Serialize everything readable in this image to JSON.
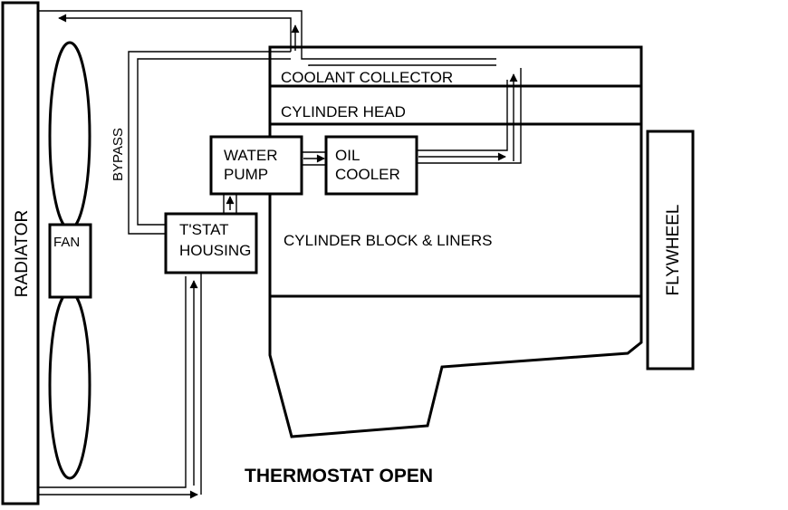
{
  "labels": {
    "radiator": "RADIATOR",
    "fan": "FAN",
    "bypass": "BYPASS",
    "water_pump_line1": "WATER",
    "water_pump_line2": "PUMP",
    "oil_cooler_line1": "OIL",
    "oil_cooler_line2": "COOLER",
    "tstat_line1": "T'STAT",
    "tstat_line2": "HOUSING",
    "coolant_collector": "COOLANT COLLECTOR",
    "cylinder_head": "CYLINDER HEAD",
    "cylinder_block": "CYLINDER BLOCK & LINERS",
    "flywheel": "FLYWHEEL",
    "caption": "THERMOSTAT OPEN"
  }
}
